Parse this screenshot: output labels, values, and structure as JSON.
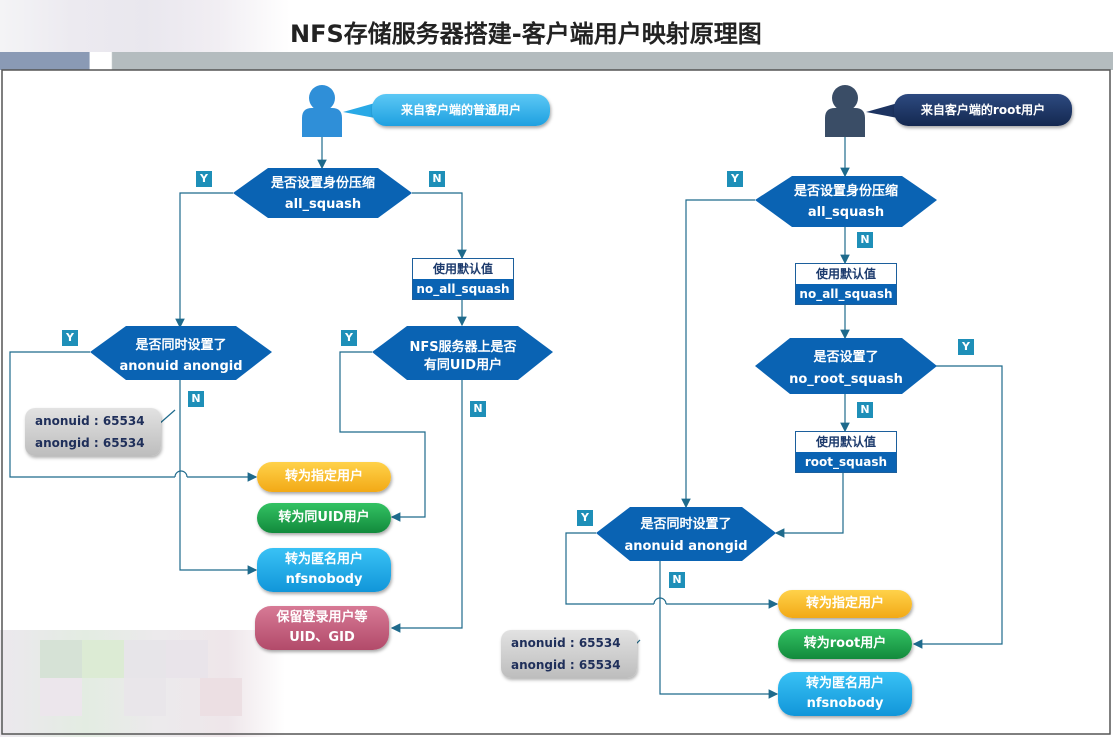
{
  "title": "NFS存储服务器搭建-客户端用户映射原理图",
  "colors": {
    "diamond": "#0a63b3",
    "line": "#1e6a8c",
    "tag": "#1e8fb8",
    "yellow": "#f5b422",
    "green": "#1aa34a",
    "cyan": "#19a9e8",
    "rose": "#c45a7a",
    "light_user": "#2f8fd8",
    "dark_user": "#3a4d66"
  },
  "left": {
    "user_bubble": "来自客户端的普通用户",
    "d1": {
      "line1": "是否设置身份压缩",
      "line2": "all_squash"
    },
    "default_box": {
      "top": "使用默认值",
      "bottom": "no_all_squash"
    },
    "d2": {
      "line1": "是否同时设置了",
      "line2": "anonuid anongid"
    },
    "d3": {
      "line1": "NFS服务器上是否",
      "line2": "有同UID用户"
    },
    "callout": {
      "line1": "anonuid : 65534",
      "line2": "anongid : 65534"
    },
    "results": {
      "specified": "转为指定用户",
      "same_uid": "转为同UID用户",
      "anon_1": "转为匿名用户",
      "anon_2": "nfsnobody",
      "keep_1": "保留登录用户等",
      "keep_2": "UID、GID"
    },
    "tags": {
      "y1": "Y",
      "n1": "N",
      "y2": "Y",
      "n2": "N",
      "y3": "Y",
      "n3": "N"
    }
  },
  "right": {
    "user_bubble": "来自客户端的root用户",
    "d1": {
      "line1": "是否设置身份压缩",
      "line2": "all_squash"
    },
    "default_box1": {
      "top": "使用默认值",
      "bottom": "no_all_squash"
    },
    "d2": {
      "line1": "是否设置了",
      "line2": "no_root_squash"
    },
    "default_box2": {
      "top": "使用默认值",
      "bottom": "root_squash"
    },
    "d3": {
      "line1": "是否同时设置了",
      "line2": "anonuid anongid"
    },
    "callout": {
      "line1": "anonuid : 65534",
      "line2": "anongid : 65534"
    },
    "results": {
      "specified": "转为指定用户",
      "root": "转为root用户",
      "anon_1": "转为匿名用户",
      "anon_2": "nfsnobody"
    },
    "tags": {
      "y1": "Y",
      "n1": "N",
      "y2": "Y",
      "n2": "N",
      "y3": "Y",
      "n3": "N"
    }
  }
}
